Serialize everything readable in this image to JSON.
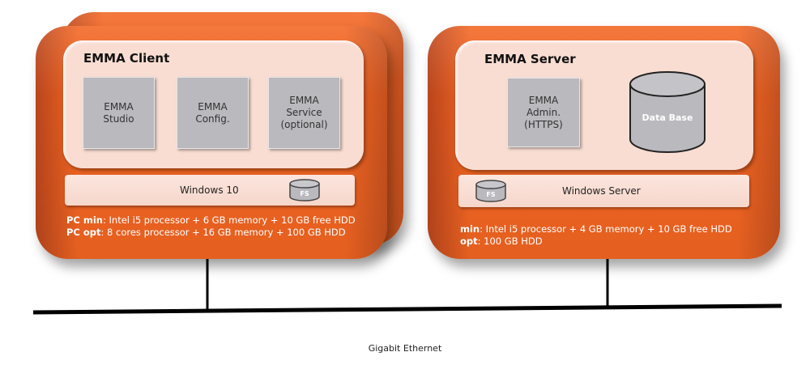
{
  "client": {
    "title": "EMMA Client",
    "modules": [
      {
        "label": "EMMA\nStudio"
      },
      {
        "label": "EMMA\nConfig."
      },
      {
        "label": "EMMA\nService\n(optional)"
      }
    ],
    "os": "Windows 10",
    "fs_label": "FS",
    "specs": [
      {
        "key": "PC min",
        "value": ": Intel i5 processor + 6 GB memory + 10 GB free HDD"
      },
      {
        "key": "PC opt",
        "value": ": 8 cores processor + 16 GB memory + 100 GB HDD"
      }
    ]
  },
  "server": {
    "title": "EMMA Server",
    "modules": [
      {
        "label": "EMMA\nAdmin.\n(HTTPS)"
      }
    ],
    "database_label": "Data Base",
    "os": "Windows Server",
    "fs_label": "FS",
    "specs": [
      {
        "key": "min",
        "value": ": Intel i5 processor + 4 GB memory + 10 GB free HDD"
      },
      {
        "key": "opt",
        "value": ": 100 GB HDD"
      }
    ]
  },
  "network": {
    "label": "Gigabit Ethernet"
  },
  "colors": {
    "orange": "#f26522",
    "panel": "#f9ddd2",
    "module_gray": "#b9b9be"
  }
}
